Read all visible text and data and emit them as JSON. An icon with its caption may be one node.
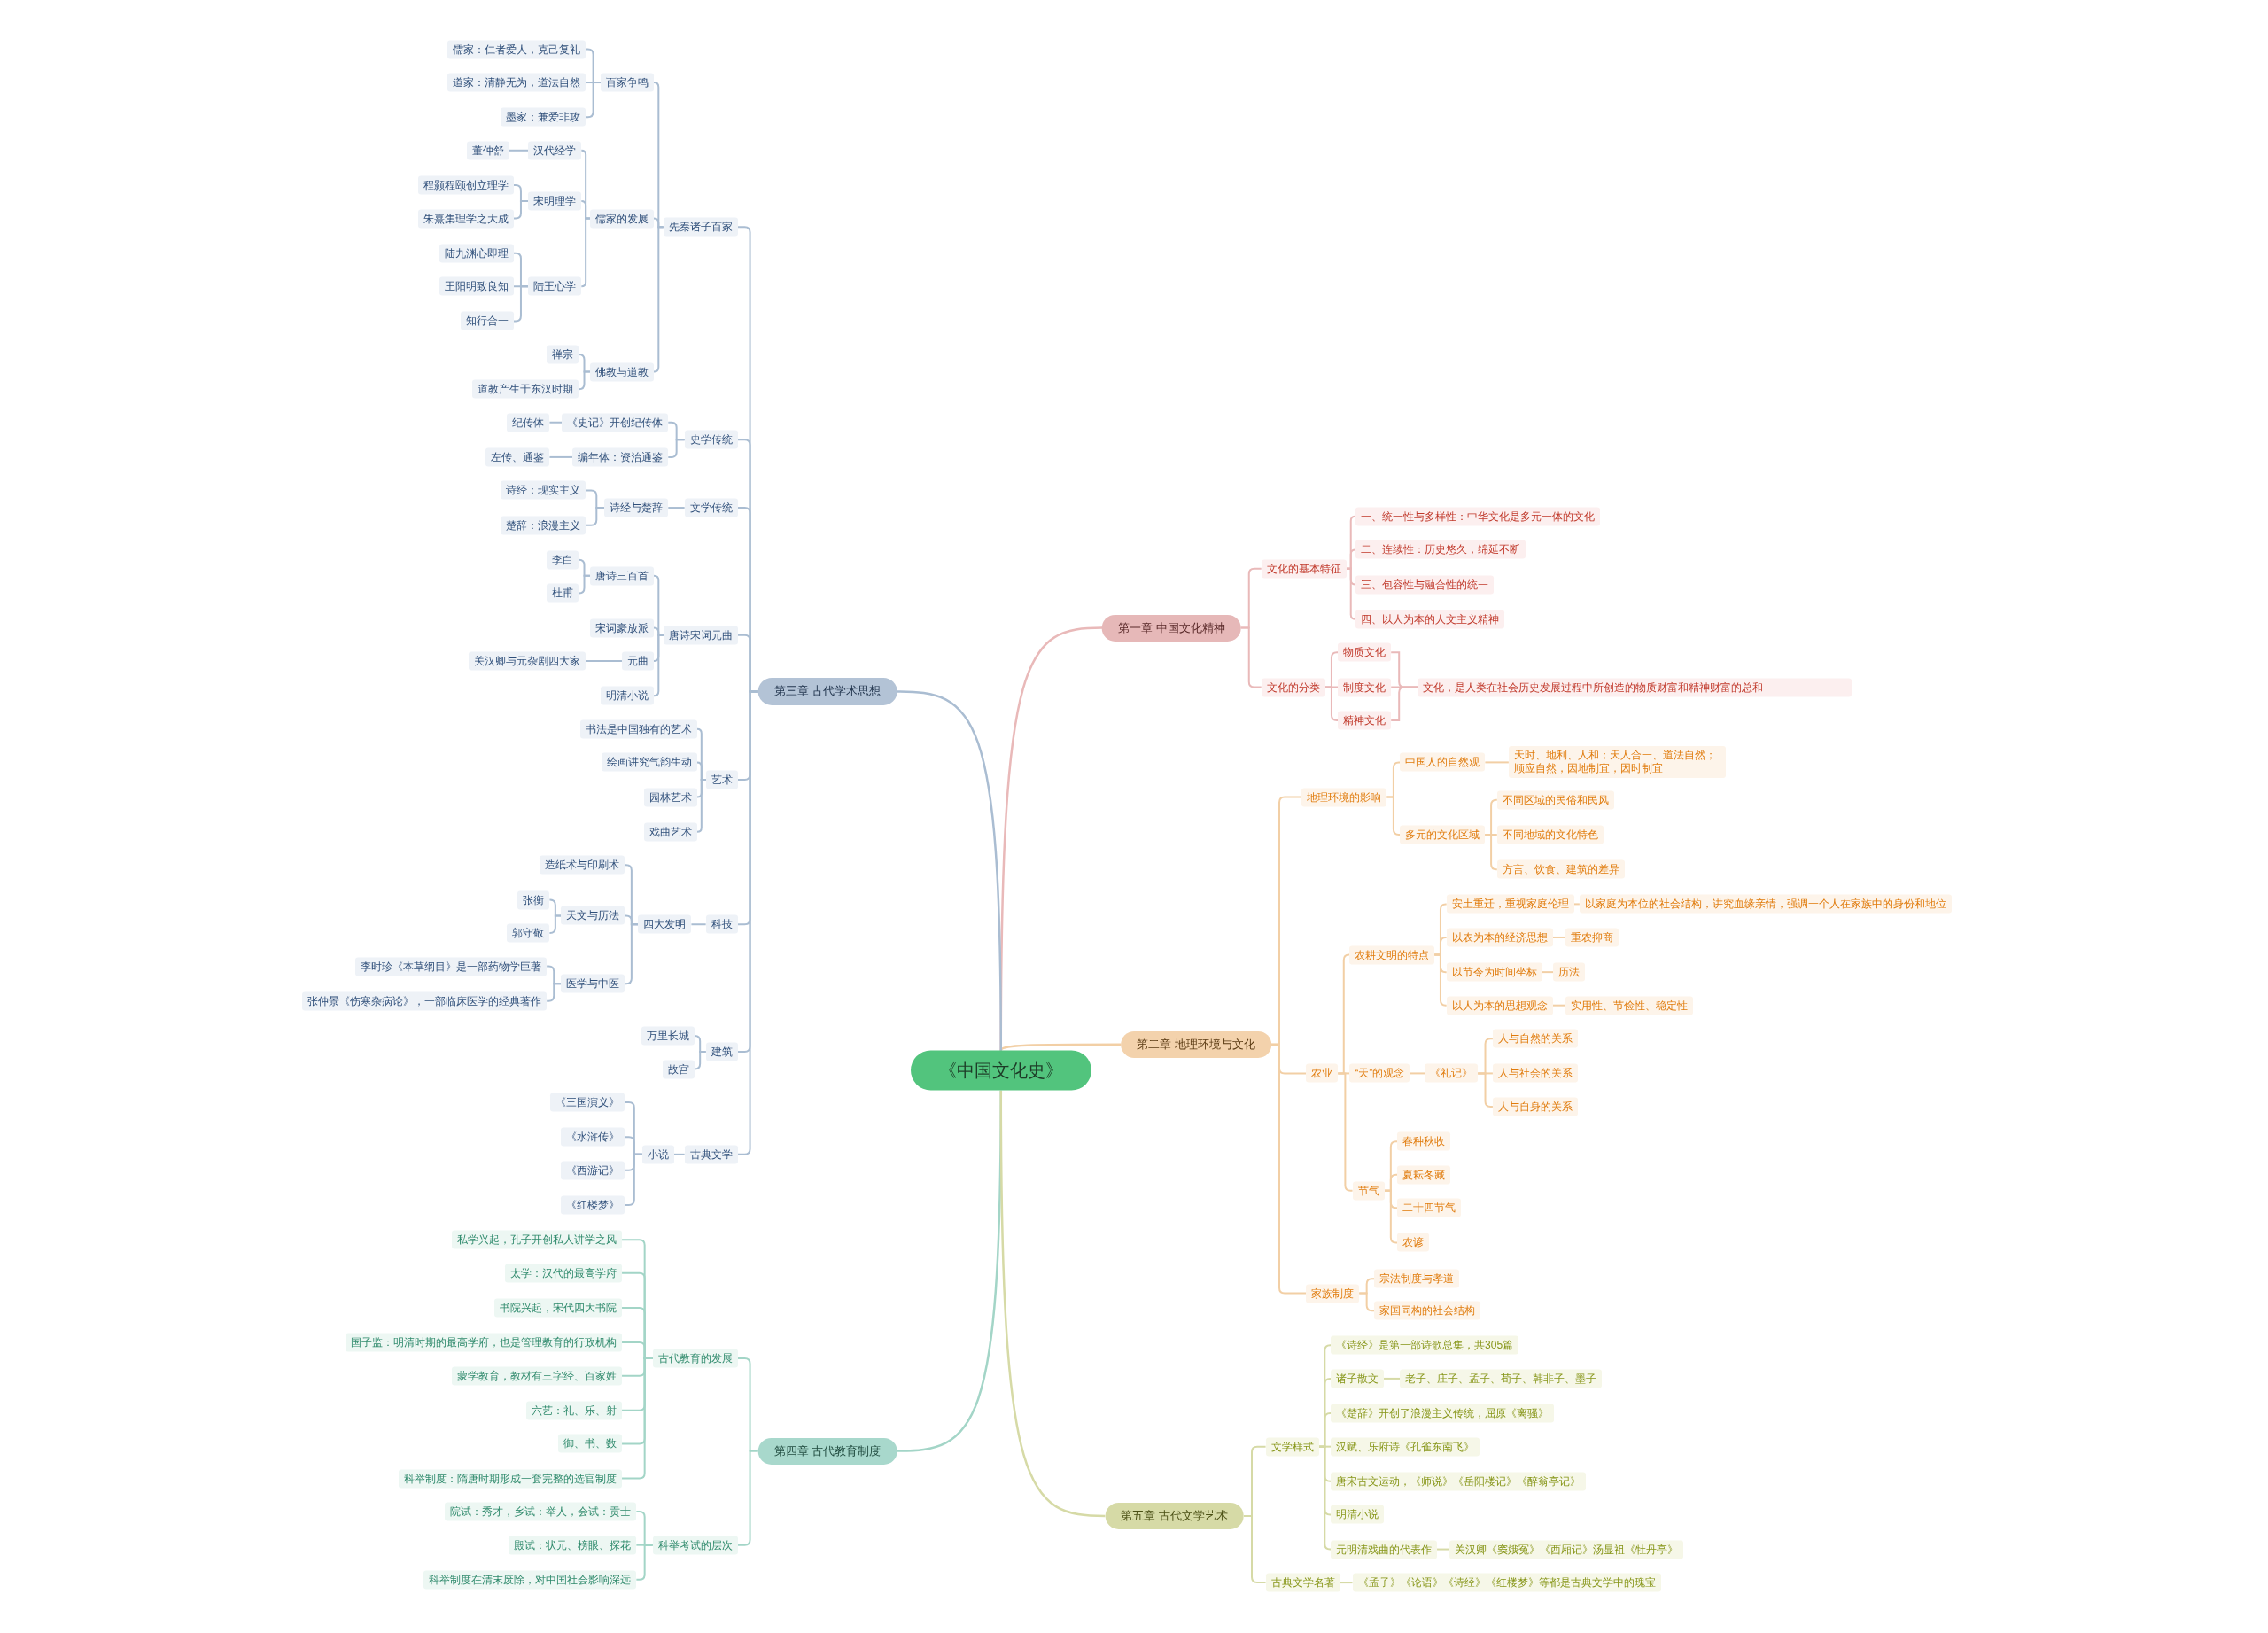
{
  "diagram": {
    "nodes": [
      {
        "text": [
          "《中国文化史》"
        ]
      },
      {
        "text": [
          "第一章 中国文化精神"
        ]
      },
      {
        "text": [
          "文化的基本特征"
        ]
      },
      {
        "text": [
          "一、统一性与多样性：中华文化是多元一体的文化"
        ]
      },
      {
        "text": [
          "二、连续性：历史悠久，绵延不断"
        ]
      },
      {
        "text": [
          "三、包容性与融合性的统一"
        ]
      },
      {
        "text": [
          "四、以人为本的人文主义精神"
        ]
      },
      {
        "text": [
          "文化的分类"
        ]
      },
      {
        "text": [
          "物质文化"
        ]
      },
      {
        "text": [
          "制度文化"
        ]
      },
      {
        "text": [
          "精神文化"
        ]
      },
      {
        "text": [
          "文化，是人类在社会历史发展过程中所创造的物质财富和精神财富的总和"
        ]
      },
      {
        "text": [
          "第二章 地理环境与文化"
        ]
      },
      {
        "text": [
          "地理环境的影响"
        ]
      },
      {
        "text": [
          "中国人的自然观"
        ]
      },
      {
        "text": [
          "天时、地利、人和；天人合一、道法自然；顺应自然，因地制宜，因时制宜"
        ]
      },
      {
        "text": [
          "多元的文化区域"
        ]
      },
      {
        "text": [
          "不同区域的民俗和民风"
        ]
      },
      {
        "text": [
          "不同地域的文化特色"
        ]
      },
      {
        "text": [
          "方言、饮食、建筑的差异"
        ]
      },
      {
        "text": [
          "农业"
        ]
      },
      {
        "text": [
          "农耕文明的特点"
        ]
      },
      {
        "text": [
          "安土重迁，重视家庭伦理"
        ]
      },
      {
        "text": [
          "以家庭为本位的社会结构，讲究血缘亲情，强调一个人在家族中的身份和地位"
        ]
      },
      {
        "text": [
          "以农为本的经济思想"
        ]
      },
      {
        "text": [
          "重农抑商"
        ]
      },
      {
        "text": [
          "以节令为时间坐标"
        ]
      },
      {
        "text": [
          "历法"
        ]
      },
      {
        "text": [
          "以人为本的思想观念"
        ]
      },
      {
        "text": [
          "实用性、节俭性、稳定性"
        ]
      },
      {
        "text": [
          "“天”的观念"
        ]
      },
      {
        "text": [
          "《礼记》"
        ]
      },
      {
        "text": [
          "人与自然的关系"
        ]
      },
      {
        "text": [
          "人与社会的关系"
        ]
      },
      {
        "text": [
          "人与自身的关系"
        ]
      },
      {
        "text": [
          "节气"
        ]
      },
      {
        "text": [
          "春种秋收"
        ]
      },
      {
        "text": [
          "夏耘冬藏"
        ]
      },
      {
        "text": [
          "二十四节气"
        ]
      },
      {
        "text": [
          "农谚"
        ]
      },
      {
        "text": [
          "家族制度"
        ]
      },
      {
        "text": [
          "宗法制度与孝道"
        ]
      },
      {
        "text": [
          "家国同构的社会结构"
        ]
      },
      {
        "text": [
          "第三章 古代学术思想"
        ]
      },
      {
        "text": [
          "先秦诸子百家"
        ]
      },
      {
        "text": [
          "百家争鸣"
        ]
      },
      {
        "text": [
          "儒家：仁者爱人，克己复礼"
        ]
      },
      {
        "text": [
          "道家：清静无为，道法自然"
        ]
      },
      {
        "text": [
          "墨家：兼爱非攻"
        ]
      },
      {
        "text": [
          "儒家的发展"
        ]
      },
      {
        "text": [
          "汉代经学"
        ]
      },
      {
        "text": [
          "董仲舒"
        ]
      },
      {
        "text": [
          "宋明理学"
        ]
      },
      {
        "text": [
          "程颢程颐创立理学"
        ]
      },
      {
        "text": [
          "朱熹集理学之大成"
        ]
      },
      {
        "text": [
          "陆王心学"
        ]
      },
      {
        "text": [
          "陆九渊心即理"
        ]
      },
      {
        "text": [
          "王阳明致良知"
        ]
      },
      {
        "text": [
          "知行合一"
        ]
      },
      {
        "text": [
          "佛教与道教"
        ]
      },
      {
        "text": [
          "禅宗"
        ]
      },
      {
        "text": [
          "道教产生于东汉时期"
        ]
      },
      {
        "text": [
          "史学传统"
        ]
      },
      {
        "text": [
          "《史记》开创纪传体"
        ]
      },
      {
        "text": [
          "纪传体"
        ]
      },
      {
        "text": [
          "编年体：资治通鉴"
        ]
      },
      {
        "text": [
          "左传、通鉴"
        ]
      },
      {
        "text": [
          "文学传统"
        ]
      },
      {
        "text": [
          "诗经与楚辞"
        ]
      },
      {
        "text": [
          "诗经：现实主义"
        ]
      },
      {
        "text": [
          "楚辞：浪漫主义"
        ]
      },
      {
        "text": [
          "唐诗宋词元曲"
        ]
      },
      {
        "text": [
          "唐诗三百首"
        ]
      },
      {
        "text": [
          "李白"
        ]
      },
      {
        "text": [
          "杜甫"
        ]
      },
      {
        "text": [
          "宋词豪放派"
        ]
      },
      {
        "text": [
          "元曲"
        ]
      },
      {
        "text": [
          "关汉卿与元杂剧四大家"
        ]
      },
      {
        "text": [
          "明清小说"
        ]
      },
      {
        "text": [
          "艺术"
        ]
      },
      {
        "text": [
          "书法是中国独有的艺术"
        ]
      },
      {
        "text": [
          "绘画讲究气韵生动"
        ]
      },
      {
        "text": [
          "园林艺术"
        ]
      },
      {
        "text": [
          "戏曲艺术"
        ]
      },
      {
        "text": [
          "科技"
        ]
      },
      {
        "text": [
          "四大发明"
        ]
      },
      {
        "text": [
          "造纸术与印刷术"
        ]
      },
      {
        "text": [
          "天文与历法"
        ]
      },
      {
        "text": [
          "张衡"
        ]
      },
      {
        "text": [
          "郭守敬"
        ]
      },
      {
        "text": [
          "医学与中医"
        ]
      },
      {
        "text": [
          "李时珍《本草纲目》是一部药物学巨著"
        ]
      },
      {
        "text": [
          "张仲景《伤寒杂病论》，一部临床医学的经典著作"
        ]
      },
      {
        "text": [
          "建筑"
        ]
      },
      {
        "text": [
          "万里长城"
        ]
      },
      {
        "text": [
          "故宫"
        ]
      },
      {
        "text": [
          "古典文学"
        ]
      },
      {
        "text": [
          "小说"
        ]
      },
      {
        "text": [
          "《三国演义》"
        ]
      },
      {
        "text": [
          "《水浒传》"
        ]
      },
      {
        "text": [
          "《西游记》"
        ]
      },
      {
        "text": [
          "《红楼梦》"
        ]
      },
      {
        "text": [
          "第四章 古代教育制度"
        ]
      },
      {
        "text": [
          "古代教育的发展"
        ]
      },
      {
        "text": [
          "私学兴起，孔子开创私人讲学之风"
        ]
      },
      {
        "text": [
          "太学：汉代的最高学府"
        ]
      },
      {
        "text": [
          "书院兴起，宋代四大书院"
        ]
      },
      {
        "text": [
          "国子监：明清时期的最高学府，也是管理教育的行政机构"
        ]
      },
      {
        "text": [
          "蒙学教育，教材有三字经、百家姓"
        ]
      },
      {
        "text": [
          "六艺：礼、乐、射"
        ]
      },
      {
        "text": [
          "御、书、数"
        ]
      },
      {
        "text": [
          "科举制度：隋唐时期形成一套完整的选官制度"
        ]
      },
      {
        "text": [
          "科举考试的层次"
        ]
      },
      {
        "text": [
          "院试：秀才，乡试：举人，会试：贡士"
        ]
      },
      {
        "text": [
          "殿试：状元、榜眼、探花"
        ]
      },
      {
        "text": [
          "科举制度在清末废除，对中国社会影响深远"
        ]
      },
      {
        "text": [
          "第五章 古代文学艺术"
        ]
      },
      {
        "text": [
          "文学样式"
        ]
      },
      {
        "text": [
          "《诗经》是第一部诗歌总集，共305篇"
        ]
      },
      {
        "text": [
          "诸子散文"
        ]
      },
      {
        "text": [
          "老子、庄子、孟子、荀子、韩非子、墨子"
        ]
      },
      {
        "text": [
          "《楚辞》开创了浪漫主义传统，屈原《离骚》"
        ]
      },
      {
        "text": [
          "汉赋、乐府诗《孔雀东南飞》"
        ]
      },
      {
        "text": [
          "唐宋古文运动，《师说》《岳阳楼记》《醉翁亭记》"
        ]
      },
      {
        "text": [
          "明清小说"
        ]
      },
      {
        "text": [
          "元明清戏曲的代表作"
        ]
      },
      {
        "text": [
          "关汉卿《窦娥冤》《西厢记》汤显祖《牡丹亭》"
        ]
      },
      {
        "text": [
          "古典文学名著"
        ]
      },
      {
        "text": [
          "《孟子》《论语》《诗经》《红楼梦》等都是古典文学中的瑰宝"
        ]
      }
    ],
    "edges": [
      {
        "from": 0,
        "to": 1,
        "arrow": "none"
      },
      {
        "from": 1,
        "to": 2,
        "arrow": "none"
      },
      {
        "from": 2,
        "to": 3,
        "arrow": "none"
      },
      {
        "from": 2,
        "to": 4,
        "arrow": "none"
      },
      {
        "from": 2,
        "to": 5,
        "arrow": "none"
      },
      {
        "from": 2,
        "to": 6,
        "arrow": "none"
      },
      {
        "from": 1,
        "to": 7,
        "arrow": "none"
      },
      {
        "from": 7,
        "to": 8,
        "arrow": "none"
      },
      {
        "from": 7,
        "to": 9,
        "arrow": "none"
      },
      {
        "from": 7,
        "to": 10,
        "arrow": "none"
      },
      {
        "from": 8,
        "to": 11,
        "arrow": "none"
      },
      {
        "from": 9,
        "to": 11,
        "arrow": "none"
      },
      {
        "from": 10,
        "to": 11,
        "arrow": "none"
      },
      {
        "from": 0,
        "to": 12,
        "arrow": "none"
      },
      {
        "from": 12,
        "to": 13,
        "arrow": "none"
      },
      {
        "from": 13,
        "to": 14,
        "arrow": "none"
      },
      {
        "from": 14,
        "to": 15,
        "arrow": "none"
      },
      {
        "from": 13,
        "to": 16,
        "arrow": "none"
      },
      {
        "from": 16,
        "to": 17,
        "arrow": "none"
      },
      {
        "from": 16,
        "to": 18,
        "arrow": "none"
      },
      {
        "from": 16,
        "to": 19,
        "arrow": "none"
      },
      {
        "from": 12,
        "to": 20,
        "arrow": "none"
      },
      {
        "from": 20,
        "to": 21,
        "arrow": "none"
      },
      {
        "from": 21,
        "to": 22,
        "arrow": "none"
      },
      {
        "from": 22,
        "to": 23,
        "arrow": "none"
      },
      {
        "from": 21,
        "to": 24,
        "arrow": "none"
      },
      {
        "from": 24,
        "to": 25,
        "arrow": "none"
      },
      {
        "from": 21,
        "to": 26,
        "arrow": "none"
      },
      {
        "from": 26,
        "to": 27,
        "arrow": "none"
      },
      {
        "from": 21,
        "to": 28,
        "arrow": "none"
      },
      {
        "from": 28,
        "to": 29,
        "arrow": "none"
      },
      {
        "from": 20,
        "to": 30,
        "arrow": "none"
      },
      {
        "from": 30,
        "to": 31,
        "arrow": "none"
      },
      {
        "from": 31,
        "to": 32,
        "arrow": "none"
      },
      {
        "from": 31,
        "to": 33,
        "arrow": "none"
      },
      {
        "from": 31,
        "to": 34,
        "arrow": "none"
      },
      {
        "from": 20,
        "to": 35,
        "arrow": "none"
      },
      {
        "from": 35,
        "to": 36,
        "arrow": "none"
      },
      {
        "from": 35,
        "to": 37,
        "arrow": "none"
      },
      {
        "from": 35,
        "to": 38,
        "arrow": "none"
      },
      {
        "from": 35,
        "to": 39,
        "arrow": "none"
      },
      {
        "from": 12,
        "to": 40,
        "arrow": "none"
      },
      {
        "from": 40,
        "to": 41,
        "arrow": "none"
      },
      {
        "from": 40,
        "to": 42,
        "arrow": "none"
      },
      {
        "from": 0,
        "to": 43,
        "arrow": "none"
      },
      {
        "from": 43,
        "to": 44,
        "arrow": "none"
      },
      {
        "from": 44,
        "to": 45,
        "arrow": "none"
      },
      {
        "from": 45,
        "to": 46,
        "arrow": "none"
      },
      {
        "from": 45,
        "to": 47,
        "arrow": "none"
      },
      {
        "from": 45,
        "to": 48,
        "arrow": "none"
      },
      {
        "from": 44,
        "to": 49,
        "arrow": "none"
      },
      {
        "from": 49,
        "to": 50,
        "arrow": "none"
      },
      {
        "from": 50,
        "to": 51,
        "arrow": "none"
      },
      {
        "from": 49,
        "to": 52,
        "arrow": "none"
      },
      {
        "from": 52,
        "to": 53,
        "arrow": "none"
      },
      {
        "from": 52,
        "to": 54,
        "arrow": "none"
      },
      {
        "from": 49,
        "to": 55,
        "arrow": "none"
      },
      {
        "from": 55,
        "to": 56,
        "arrow": "none"
      },
      {
        "from": 55,
        "to": 57,
        "arrow": "none"
      },
      {
        "from": 55,
        "to": 58,
        "arrow": "none"
      },
      {
        "from": 44,
        "to": 59,
        "arrow": "none"
      },
      {
        "from": 59,
        "to": 60,
        "arrow": "none"
      },
      {
        "from": 59,
        "to": 61,
        "arrow": "none"
      },
      {
        "from": 43,
        "to": 62,
        "arrow": "none"
      },
      {
        "from": 62,
        "to": 63,
        "arrow": "none"
      },
      {
        "from": 63,
        "to": 64,
        "arrow": "none"
      },
      {
        "from": 62,
        "to": 65,
        "arrow": "none"
      },
      {
        "from": 65,
        "to": 66,
        "arrow": "none"
      },
      {
        "from": 43,
        "to": 67,
        "arrow": "none"
      },
      {
        "from": 67,
        "to": 68,
        "arrow": "none"
      },
      {
        "from": 68,
        "to": 69,
        "arrow": "none"
      },
      {
        "from": 68,
        "to": 70,
        "arrow": "none"
      },
      {
        "from": 43,
        "to": 71,
        "arrow": "none"
      },
      {
        "from": 71,
        "to": 72,
        "arrow": "none"
      },
      {
        "from": 72,
        "to": 73,
        "arrow": "none"
      },
      {
        "from": 72,
        "to": 74,
        "arrow": "none"
      },
      {
        "from": 71,
        "to": 75,
        "arrow": "none"
      },
      {
        "from": 71,
        "to": 76,
        "arrow": "none"
      },
      {
        "from": 76,
        "to": 77,
        "arrow": "none"
      },
      {
        "from": 71,
        "to": 78,
        "arrow": "none"
      },
      {
        "from": 43,
        "to": 79,
        "arrow": "none"
      },
      {
        "from": 79,
        "to": 80,
        "arrow": "none"
      },
      {
        "from": 79,
        "to": 81,
        "arrow": "none"
      },
      {
        "from": 79,
        "to": 82,
        "arrow": "none"
      },
      {
        "from": 79,
        "to": 83,
        "arrow": "none"
      },
      {
        "from": 43,
        "to": 84,
        "arrow": "none"
      },
      {
        "from": 84,
        "to": 85,
        "arrow": "none"
      },
      {
        "from": 85,
        "to": 86,
        "arrow": "none"
      },
      {
        "from": 85,
        "to": 87,
        "arrow": "none"
      },
      {
        "from": 87,
        "to": 88,
        "arrow": "none"
      },
      {
        "from": 87,
        "to": 89,
        "arrow": "none"
      },
      {
        "from": 85,
        "to": 90,
        "arrow": "none"
      },
      {
        "from": 90,
        "to": 91,
        "arrow": "none"
      },
      {
        "from": 90,
        "to": 92,
        "arrow": "none"
      },
      {
        "from": 43,
        "to": 93,
        "arrow": "none"
      },
      {
        "from": 93,
        "to": 94,
        "arrow": "none"
      },
      {
        "from": 93,
        "to": 95,
        "arrow": "none"
      },
      {
        "from": 43,
        "to": 96,
        "arrow": "none"
      },
      {
        "from": 96,
        "to": 97,
        "arrow": "none"
      },
      {
        "from": 97,
        "to": 98,
        "arrow": "none"
      },
      {
        "from": 97,
        "to": 99,
        "arrow": "none"
      },
      {
        "from": 97,
        "to": 100,
        "arrow": "none"
      },
      {
        "from": 97,
        "to": 101,
        "arrow": "none"
      },
      {
        "from": 0,
        "to": 102,
        "arrow": "none"
      },
      {
        "from": 102,
        "to": 103,
        "arrow": "none"
      },
      {
        "from": 103,
        "to": 104,
        "arrow": "none"
      },
      {
        "from": 103,
        "to": 105,
        "arrow": "none"
      },
      {
        "from": 103,
        "to": 106,
        "arrow": "none"
      },
      {
        "from": 103,
        "to": 107,
        "arrow": "none"
      },
      {
        "from": 103,
        "to": 108,
        "arrow": "none"
      },
      {
        "from": 103,
        "to": 109,
        "arrow": "none"
      },
      {
        "from": 103,
        "to": 110,
        "arrow": "none"
      },
      {
        "from": 103,
        "to": 111,
        "arrow": "none"
      },
      {
        "from": 102,
        "to": 112,
        "arrow": "none"
      },
      {
        "from": 112,
        "to": 113,
        "arrow": "none"
      },
      {
        "from": 112,
        "to": 114,
        "arrow": "none"
      },
      {
        "from": 112,
        "to": 115,
        "arrow": "none"
      },
      {
        "from": 0,
        "to": 116,
        "arrow": "none"
      },
      {
        "from": 116,
        "to": 117,
        "arrow": "none"
      },
      {
        "from": 117,
        "to": 118,
        "arrow": "none"
      },
      {
        "from": 117,
        "to": 119,
        "arrow": "none"
      },
      {
        "from": 119,
        "to": 120,
        "arrow": "none"
      },
      {
        "from": 117,
        "to": 121,
        "arrow": "none"
      },
      {
        "from": 117,
        "to": 122,
        "arrow": "none"
      },
      {
        "from": 117,
        "to": 123,
        "arrow": "none"
      },
      {
        "from": 117,
        "to": 124,
        "arrow": "none"
      },
      {
        "from": 117,
        "to": 125,
        "arrow": "none"
      },
      {
        "from": 125,
        "to": 126,
        "arrow": "none"
      },
      {
        "from": 116,
        "to": 127,
        "arrow": "none"
      },
      {
        "from": 127,
        "to": 128,
        "arrow": "none"
      }
    ]
  }
}
